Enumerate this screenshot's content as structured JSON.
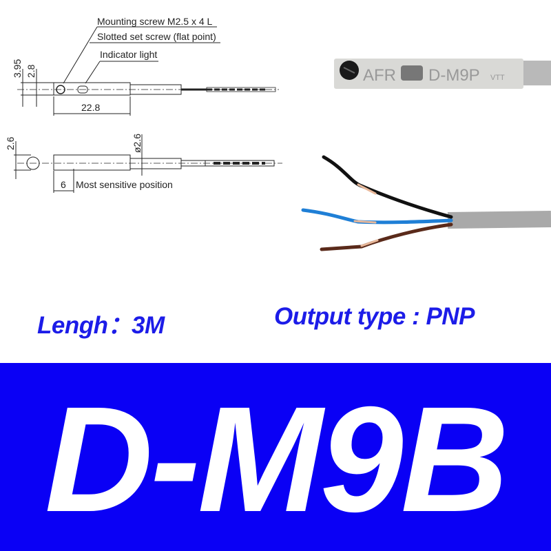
{
  "drawing": {
    "mounting_screw": "Mounting screw M2.5 x 4 L",
    "set_screw": "Slotted set screw (flat point)",
    "indicator": "Indicator light",
    "dim_395": "3.95",
    "dim_28": "2.8",
    "dim_228": "22.8",
    "dim_26": "2.6",
    "dim_dia26": "ø2.6",
    "dim_6": "6",
    "sensitive": "Most sensitive position"
  },
  "photo": {
    "brand": "AFR",
    "marking": "D-M9P",
    "suffix": "VTT",
    "wire_colors": {
      "black": "#111111",
      "blue": "#1f7fd6",
      "brown": "#5a2a1a",
      "cable": "#b8b8b8"
    }
  },
  "specs": {
    "length": "Lengh：3M",
    "output": "Output type : PNP"
  },
  "banner": {
    "model": "D-M9B",
    "color": "#0a00f5"
  }
}
